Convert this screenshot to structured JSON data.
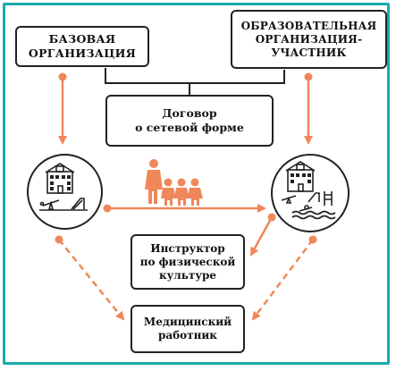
{
  "nodes": {
    "base_org": "БАЗОВАЯ\nОРГАНИЗАЦИЯ",
    "participant_org": "ОБРАЗОВАТЕЛЬНАЯ\nОРГАНИЗАЦИЯ-\nУЧАСТНИК",
    "contract": "Договор\nо сетевой форме",
    "instructor": "Инструктор\nпо физической\nкультуре",
    "medical": "Медицинский\nработник"
  },
  "icons": {
    "left": "school-building-with-playground-icon",
    "right": "school-building-with-playground-and-pool-icon",
    "people": "adult-and-children-group-icon"
  },
  "colors": {
    "arrow": "#f0875a",
    "frame": "#1aa9a9",
    "border": "#222222"
  }
}
